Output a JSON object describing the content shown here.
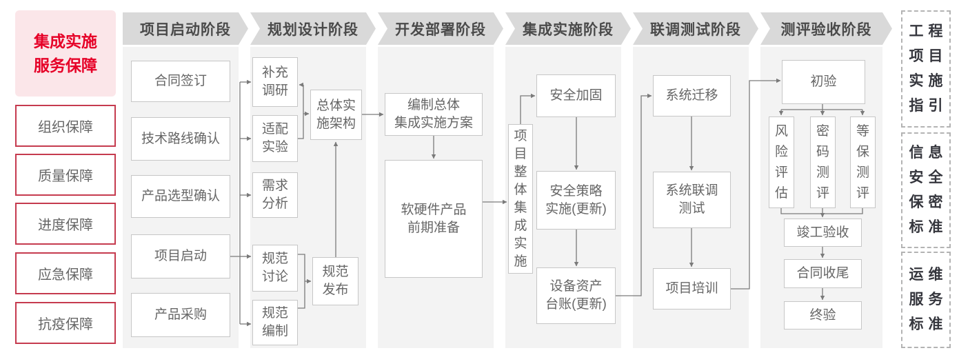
{
  "colors": {
    "accent_red": "#e60027",
    "sidebar_border_red": "#c53a4e",
    "pink_bg": "#fbe6e9",
    "banner_bg": "#d9d9d9",
    "banner_text": "#4a4a4a",
    "panel_bg": "#f3f3f3",
    "box_border": "#c6c6c6",
    "box_text": "#666666",
    "connector": "#7a7a7a",
    "dashed_border": "#b3b3b3",
    "standards_text": "#35363d"
  },
  "sidebar": {
    "header": {
      "label": "集成实施\n服务保障"
    },
    "items": [
      {
        "label": "组织保障"
      },
      {
        "label": "质量保障"
      },
      {
        "label": "进度保障"
      },
      {
        "label": "应急保障"
      },
      {
        "label": "抗疫保障"
      }
    ]
  },
  "phases": [
    {
      "label": "项目启动阶段",
      "boxes": [
        {
          "label": "合同签订"
        },
        {
          "label": "技术路线确认"
        },
        {
          "label": "产品选型确认"
        },
        {
          "label": "项目启动"
        },
        {
          "label": "产品采购"
        }
      ]
    },
    {
      "label": "规划设计阶段",
      "boxes": [
        {
          "label": "补充\n调研"
        },
        {
          "label": "适配\n实验"
        },
        {
          "label": "需求\n分析"
        },
        {
          "label": "规范\n讨论"
        },
        {
          "label": "规范\n编制"
        },
        {
          "label": "总体实\n施架构"
        },
        {
          "label": "规范\n发布"
        }
      ]
    },
    {
      "label": "开发部署阶段",
      "boxes": [
        {
          "label": "编制总体\n集成实施方案"
        },
        {
          "label": "软硬件产品\n前期准备"
        }
      ]
    },
    {
      "label": "集成实施阶段",
      "boxes": [
        {
          "label": "项\n目\n整\n体\n集\n成\n实\n施"
        },
        {
          "label": "安全加固"
        },
        {
          "label": "安全策略\n实施(更新)"
        },
        {
          "label": "设备资产\n台账(更新)"
        }
      ]
    },
    {
      "label": "联调测试阶段",
      "boxes": [
        {
          "label": "系统迁移"
        },
        {
          "label": "系统联调\n测试"
        },
        {
          "label": "项目培训"
        }
      ]
    },
    {
      "label": "测评验收阶段",
      "boxes": [
        {
          "label": "初验"
        },
        {
          "label": "风\n险\n评\n估"
        },
        {
          "label": "密\n码\n测\n评"
        },
        {
          "label": "等\n保\n测\n评"
        },
        {
          "label": "竣工验收"
        },
        {
          "label": "合同收尾"
        },
        {
          "label": "终验"
        }
      ]
    }
  ],
  "standards": [
    {
      "label": "工程\n项目\n实施\n指引"
    },
    {
      "label": "信息\n安全\n保密\n标准"
    },
    {
      "label": "运维\n服务\n标准"
    }
  ]
}
